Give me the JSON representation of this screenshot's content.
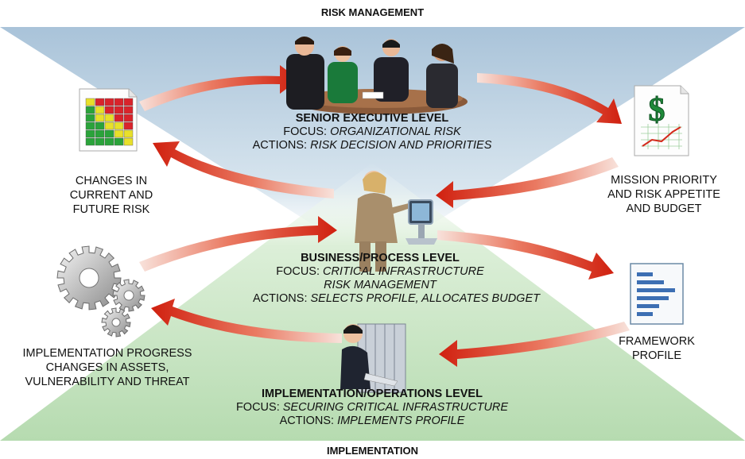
{
  "top_heading": "RISK MANAGEMENT",
  "bottom_heading": "IMPLEMENTATION",
  "levels": {
    "senior": {
      "title": "SENIOR EXECUTIVE LEVEL",
      "focus_label": "FOCUS: ",
      "focus": "ORGANIZATIONAL RISK",
      "actions_label": "ACTIONS: ",
      "actions": "RISK DECISION AND PRIORITIES"
    },
    "business": {
      "title": "BUSINESS/PROCESS LEVEL",
      "focus_label": "FOCUS: ",
      "focus_line1": "CRITICAL INFRASTRUCTURE",
      "focus_line2": "RISK MANAGEMENT",
      "actions_label": "ACTIONS: ",
      "actions": "SELECTS PROFILE,  ALLOCATES  BUDGET"
    },
    "implementation": {
      "title": "IMPLEMENTATION/OPERATIONS LEVEL",
      "focus_label": "FOCUS: ",
      "focus": "SECURING CRITICAL INFRASTRUCTURE",
      "actions_label": "ACTIONS: ",
      "actions": "IMPLEMENTS PROFILE"
    }
  },
  "side_labels": {
    "changes_risk": [
      "CHANGES IN",
      "CURRENT AND",
      "FUTURE RISK"
    ],
    "mission_priority": [
      "MISSION PRIORITY",
      "AND RISK APPETITE",
      "AND BUDGET"
    ],
    "framework_profile": [
      "FRAMEWORK",
      "PROFILE"
    ],
    "implementation_progress": [
      "IMPLEMENTATION PROGRESS",
      "CHANGES IN ASSETS,",
      "VULNERABILITY AND THREAT"
    ]
  },
  "icons": {
    "risk_matrix": "risk-matrix-document-icon",
    "budget": "dollar-chart-document-icon",
    "framework": "framework-profile-document-icon",
    "gears": "gears-icon",
    "executives": "executive-meeting-icon",
    "business": "business-person-computer-icon",
    "operator": "operator-server-icon"
  },
  "colors": {
    "top_triangle": "#b9cfe0",
    "bottom_triangle": "#c8e3c4",
    "arrow_red": "#d42a1c",
    "arrow_light": "#f5d7cf"
  }
}
